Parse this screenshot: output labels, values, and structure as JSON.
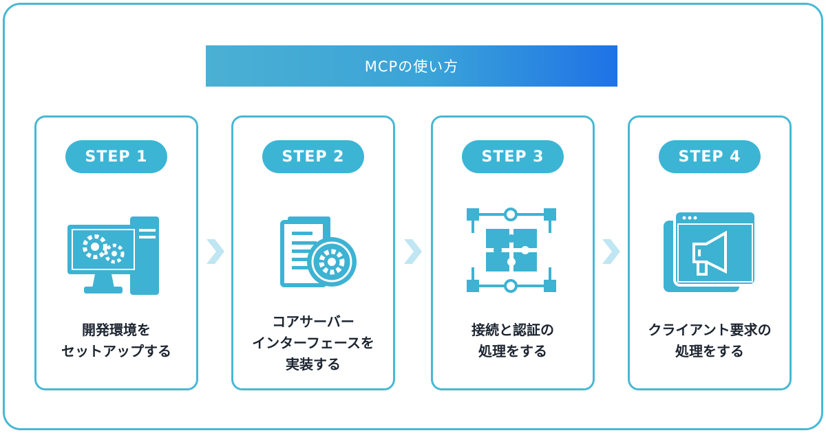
{
  "title": "MCPの使い方",
  "colors": {
    "accent": "#3cb5d5",
    "border": "#47b8d4",
    "icon": "#3eb2d2",
    "arrow": "#bfe6f2",
    "text": "#1c2430"
  },
  "steps": [
    {
      "badge": "STEP 1",
      "icon": "computer-settings-icon",
      "lines": [
        "開発環境を",
        "セットアップする"
      ]
    },
    {
      "badge": "STEP 2",
      "icon": "document-gear-icon",
      "lines": [
        "コアサーバー",
        "インターフェースを",
        "実装する"
      ]
    },
    {
      "badge": "STEP 3",
      "icon": "puzzle-network-icon",
      "lines": [
        "接続と認証の",
        "処理をする"
      ]
    },
    {
      "badge": "STEP 4",
      "icon": "browser-megaphone-icon",
      "lines": [
        "クライアント要求の",
        "処理をする"
      ]
    }
  ]
}
